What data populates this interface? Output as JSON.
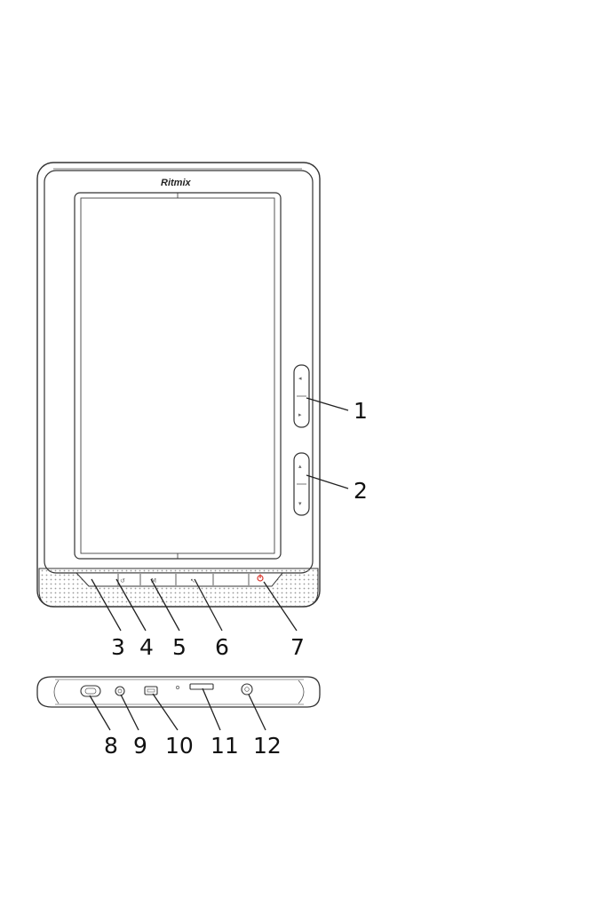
{
  "device": {
    "brand": "Ritmix",
    "callouts": [
      "1",
      "2",
      "3",
      "4",
      "5",
      "6",
      "7",
      "8",
      "9",
      "10",
      "11",
      "12"
    ]
  },
  "colors": {
    "line": "#333333",
    "power_icon": "#d9362c",
    "speaker_dots": "#9a9a9a"
  }
}
